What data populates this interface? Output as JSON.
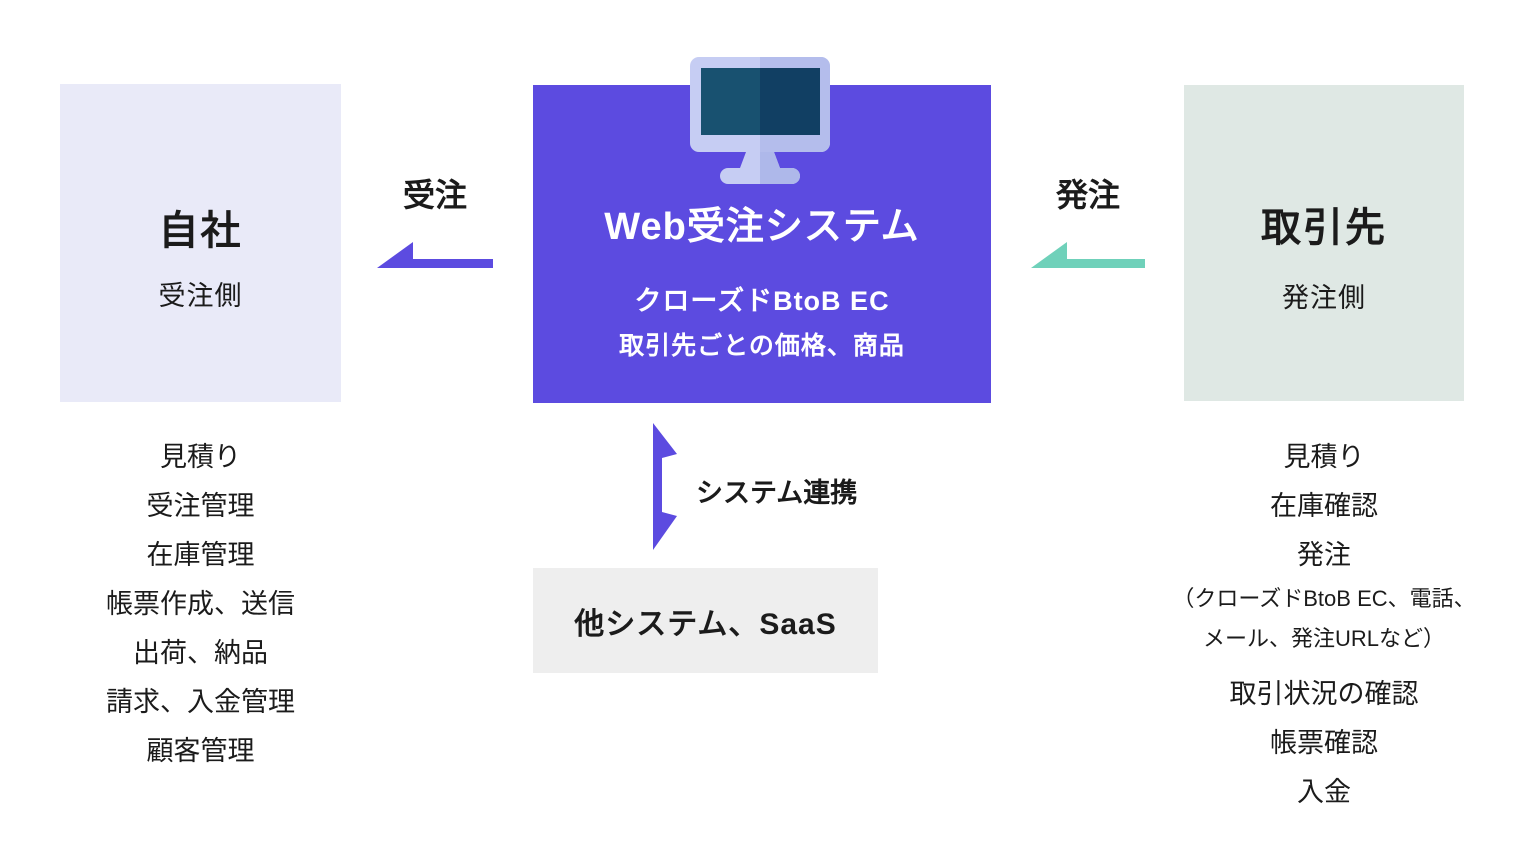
{
  "page": {
    "background": "#FFFFFF"
  },
  "colors": {
    "accent_purple": "#5C4BE0",
    "accent_teal": "#6FD1BA",
    "own_company_box_bg": "#E9EAF8",
    "partner_box_bg": "#DFE8E4",
    "external_box_bg": "#EEEEEE",
    "text": "#1B1B1B",
    "system_text": "#FFFFFF",
    "monitor_frame": "#C6CDF3",
    "monitor_frame_shade": "#B4BDEC",
    "monitor_screen": "#185170",
    "monitor_screen_shade": "#113F63",
    "monitor_stand_shade": "#AEB8EA"
  },
  "own_company": {
    "title": "自社",
    "role": "受注側",
    "features": [
      "見積り",
      "受注管理",
      "在庫管理",
      "帳票作成、送信",
      "出荷、納品",
      "請求、入金管理",
      "顧客管理"
    ]
  },
  "system": {
    "title": "Web受注システム",
    "subtitle": "クローズドBtoB EC",
    "description": "取引先ごとの価格、商品",
    "icon": "monitor-icon"
  },
  "partner": {
    "title": "取引先",
    "role": "発注側",
    "features": [
      {
        "text": "見積り"
      },
      {
        "text": "在庫確認"
      },
      {
        "text": "発注"
      },
      {
        "text": "（クローズドBtoB EC、電話、",
        "small": true
      },
      {
        "text": "メール、発注URLなど）",
        "small": true
      },
      {
        "text": "取引状況の確認"
      },
      {
        "text": "帳票確認"
      },
      {
        "text": "入金"
      }
    ]
  },
  "flows": {
    "receive_order_label": "受注",
    "place_order_label": "発注",
    "system_link_label": "システム連携"
  },
  "external": {
    "label": "他システム、SaaS"
  }
}
